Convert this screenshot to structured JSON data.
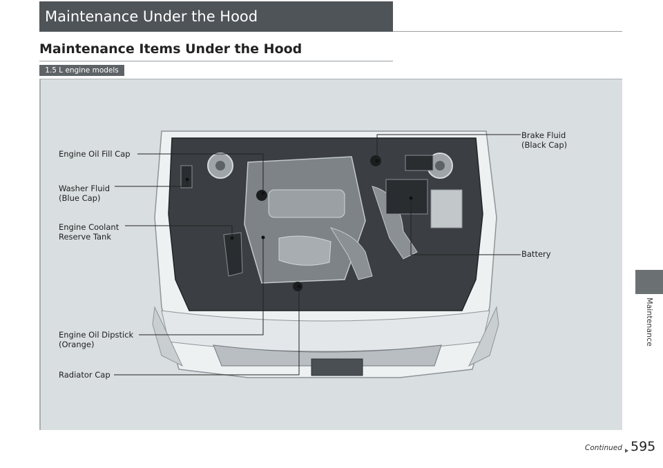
{
  "header": {
    "title": "Maintenance Under the Hood"
  },
  "section": {
    "heading": "Maintenance Items Under the Hood",
    "model_badge": "1.5 L engine models"
  },
  "figure": {
    "callouts": {
      "engine_oil_fill_cap": "Engine Oil Fill Cap",
      "washer_fluid_line1": "Washer Fluid",
      "washer_fluid_line2": "(Blue Cap)",
      "coolant_line1": "Engine Coolant",
      "coolant_line2": "Reserve Tank",
      "dipstick_line1": "Engine Oil Dipstick",
      "dipstick_line2": "(Orange)",
      "radiator_cap": "Radiator Cap",
      "brake_fluid_line1": "Brake Fluid",
      "brake_fluid_line2": "(Black Cap)",
      "battery": "Battery"
    }
  },
  "side_tab": {
    "label": "Maintenance"
  },
  "footer": {
    "continued": "Continued",
    "page_number": "595"
  },
  "colors": {
    "title_bar": "#4f5458",
    "badge": "#5e6367",
    "figure_background": "#d9dee0",
    "side_tab": "#6b7073"
  }
}
